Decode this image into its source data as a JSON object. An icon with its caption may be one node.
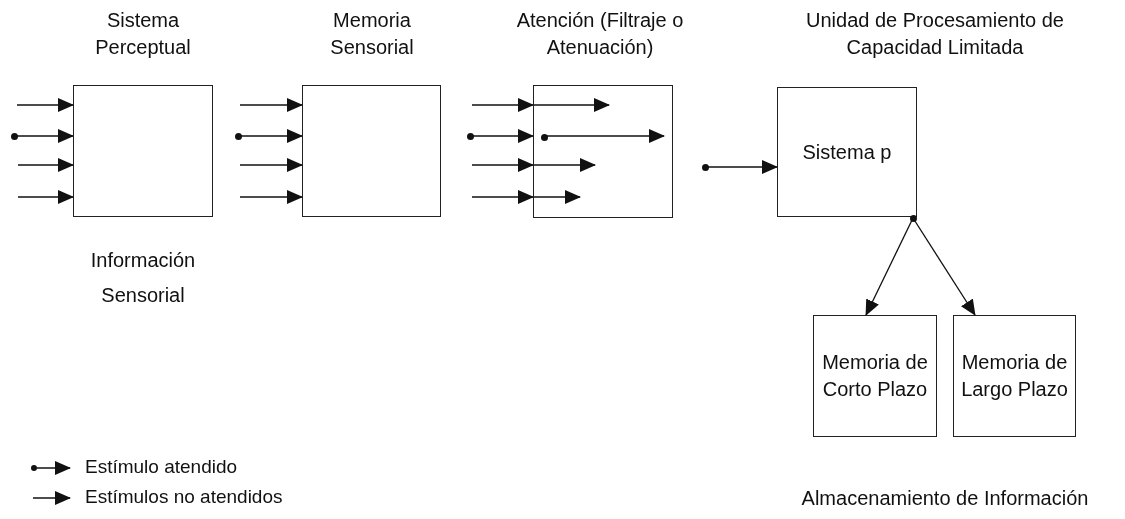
{
  "diagram": {
    "nodes": [
      {
        "text": [
          "Sistema Perceptual"
        ],
        "beside": [
          "Información Sensorial"
        ]
      },
      {
        "text": [
          "Memoria Sensorial"
        ]
      },
      {
        "text": [
          "Atención (Filtraje o Atenuación)"
        ]
      },
      {
        "text": [
          "Unidad de Procesamiento de Capacidad Limitada",
          "Sistema p"
        ]
      },
      {
        "text": [
          "Memoria de Corto Plazo"
        ]
      },
      {
        "text": [
          "Memoria de Largo Plazo"
        ]
      },
      {
        "text": [],
        "shape": "circle"
      },
      {
        "text": [],
        "shape": "circle"
      },
      {
        "text": [],
        "shape": "circle"
      },
      {
        "text": [],
        "shape": "circle",
        "in": 2
      },
      {
        "text": [],
        "shape": "circle"
      },
      {
        "text": [],
        "shape": "circle"
      }
    ],
    "edges": [
      {
        "from": null,
        "to": 0,
        "arrow": "to"
      },
      {
        "from": 6,
        "to": 0,
        "arrow": "to"
      },
      {
        "from": null,
        "to": 0,
        "arrow": "to"
      },
      {
        "from": null,
        "to": 0,
        "arrow": "to"
      },
      {
        "from": null,
        "to": 1,
        "arrow": "to"
      },
      {
        "from": 7,
        "to": 1,
        "arrow": "to"
      },
      {
        "from": null,
        "to": 1,
        "arrow": "to"
      },
      {
        "from": null,
        "to": 1,
        "arrow": "to"
      },
      {
        "from": null,
        "to": 2,
        "arrow": "to"
      },
      {
        "from": 8,
        "to": 2,
        "arrow": "to"
      },
      {
        "from": null,
        "to": 2,
        "arrow": "to"
      },
      {
        "from": null,
        "to": 2,
        "arrow": "to"
      },
      {
        "from": 2,
        "to": null,
        "arrow": "to"
      },
      {
        "from": 9,
        "to": null,
        "arrow": "to"
      },
      {
        "from": 2,
        "to": null,
        "arrow": "to"
      },
      {
        "from": 2,
        "to": null,
        "arrow": "to"
      },
      {
        "from": 10,
        "to": 3,
        "arrow": "to"
      },
      {
        "from": 11,
        "to": 4,
        "arrow": "to"
      },
      {
        "from": 11,
        "to": 5,
        "arrow": "to"
      }
    ],
    "labels": [
      "Almacenamiento de Información"
    ],
    "legend": [
      {
        "text": "Estímulo atendido"
      },
      {
        "text": "Estímulos no atendidos"
      }
    ]
  }
}
